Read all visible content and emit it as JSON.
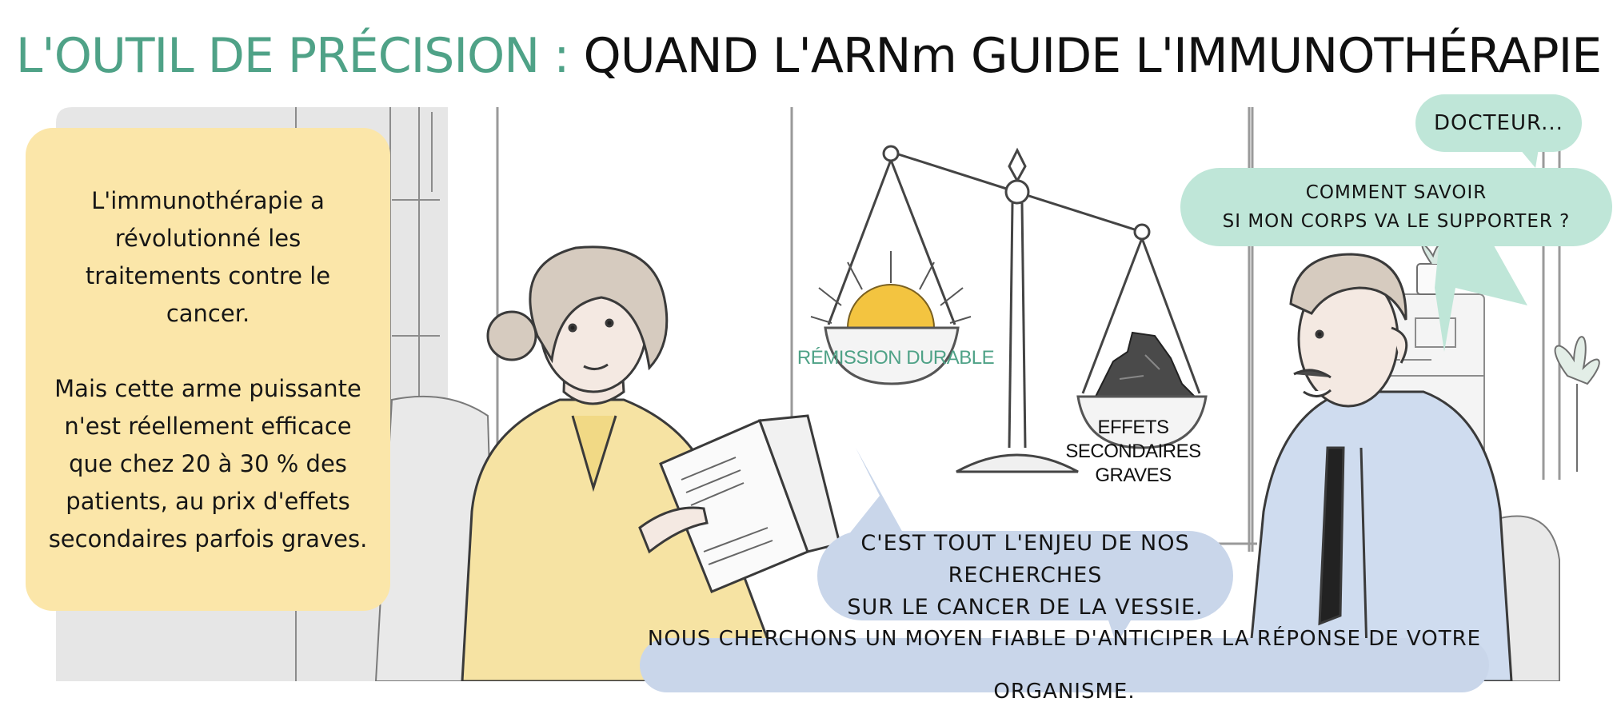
{
  "title": {
    "part1": "L'OUTIL DE PRÉCISION :",
    "part2": "QUAND L'ARNm GUIDE L'IMMUNOTHÉRAPIE"
  },
  "info_box": {
    "paragraph1": "L'immunothérapie a révolutionné les traitements contre le cancer.",
    "paragraph2": "Mais cette arme puissante n'est réellement efficace que chez 20 à 30 % des patients, au prix d'effets secondaires parfois graves."
  },
  "patient_bubbles": {
    "docteur": "Docteur...",
    "question_line1": "comment savoir",
    "question_line2": "si mon corps va le supporter ?"
  },
  "scale": {
    "left_label": "Rémission durable",
    "right_label_line1": "Effets secondaires",
    "right_label_line2": "graves"
  },
  "doctor_bubbles": {
    "enjeu_line1": "C'est tout l'enjeu de nos recherches",
    "enjeu_line2": "sur le cancer de la vessie.",
    "anticiper": "Nous cherchons un moyen fiable d'anticiper la réponse de votre organisme."
  },
  "colors": {
    "title_accent": "#4fa287",
    "info_box": "#fbe6a9",
    "patient_bubble": "#bfe6d8",
    "doctor_bubble": "#c9d6ea",
    "sun": "#f3c440",
    "doctor_coat": "#f6e3a3",
    "patient_shirt": "#cfdcef"
  },
  "icons": {
    "scale": "balance-scale-icon",
    "sun": "sun-icon",
    "rocks": "rock-pile-icon"
  }
}
